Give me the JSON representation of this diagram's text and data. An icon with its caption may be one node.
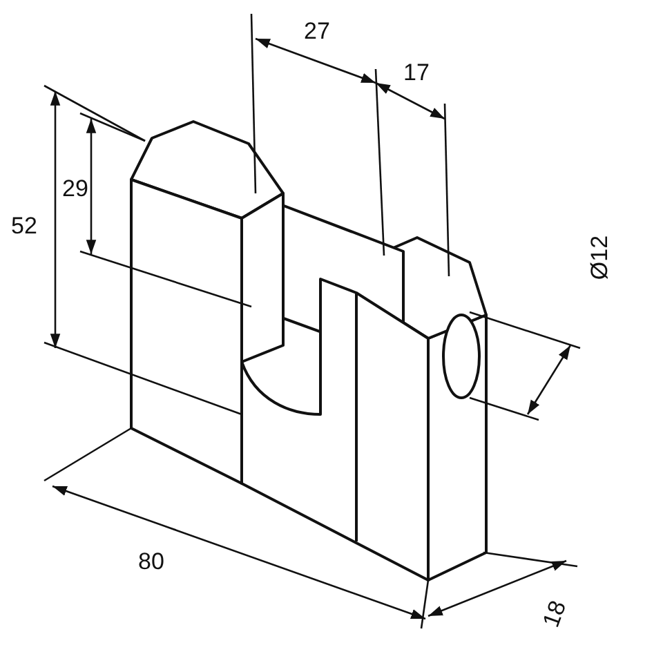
{
  "diagram": {
    "labels": [
      "27",
      "17",
      "52",
      "29",
      "Ø12",
      "80",
      "18"
    ]
  }
}
